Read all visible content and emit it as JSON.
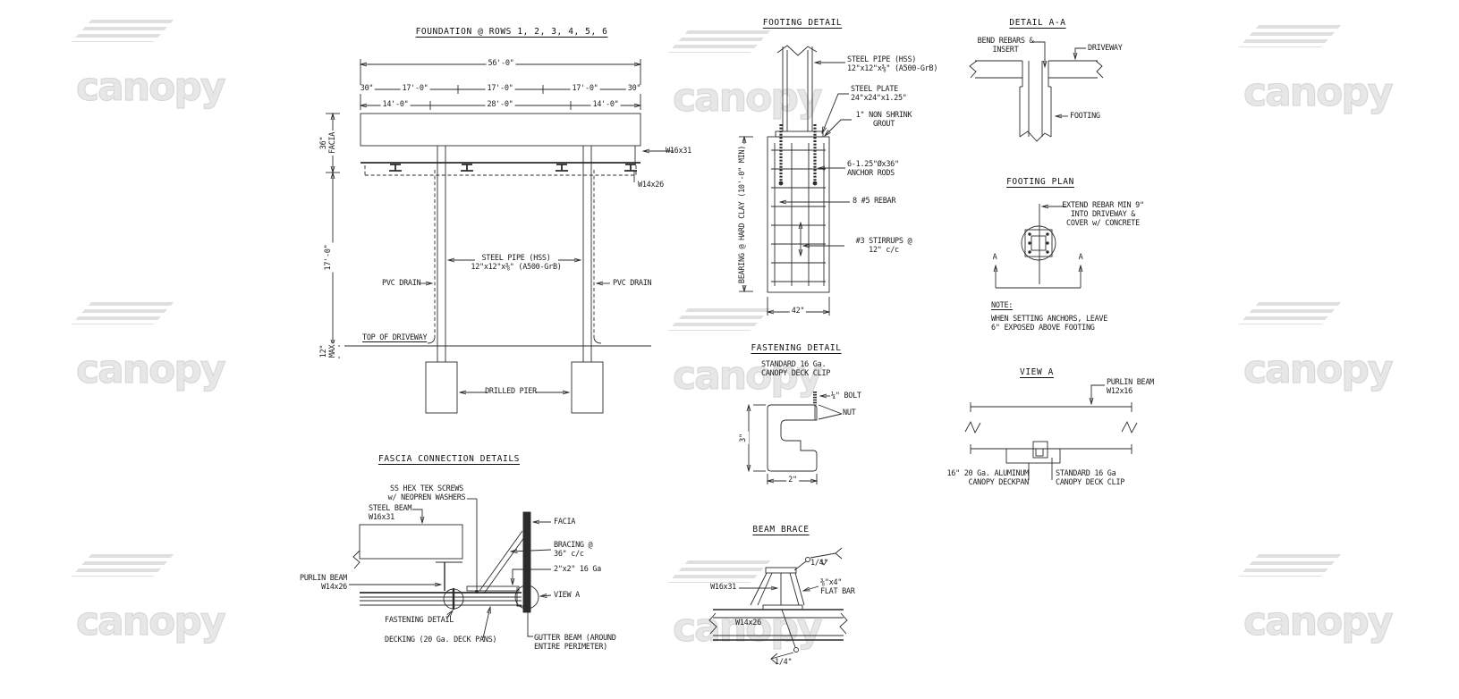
{
  "watermark": {
    "text": "canopy"
  },
  "foundation": {
    "title": "FOUNDATION @ ROWS 1, 2, 3, 4, 5, 6",
    "dim_total": "56'-0\"",
    "dim_30_left": "30\"",
    "dim_17_1": "17'-0\"",
    "dim_17_2": "17'-0\"",
    "dim_17_3": "17'-0\"",
    "dim_30_right": "30\"",
    "dim_14_left": "14'-0\"",
    "dim_28": "28'-0\"",
    "dim_14_right": "14'-0\"",
    "dim_facia": "36\"\nFACIA",
    "dim_height": "17'-0\"",
    "dim_max": "12\"\nMAX",
    "beam_w16": "W16x31",
    "beam_w14": "W14x26",
    "steel_pipe": "STEEL PIPE (HSS)\n12\"x12\"x⅜\" (A500-GrB)",
    "pvc_drain_left": "PVC DRAIN",
    "pvc_drain_right": "PVC DRAIN",
    "top_of_driveway": "TOP OF DRIVEWAY",
    "drilled_pier": "DRILLED PIER"
  },
  "footing_detail": {
    "title": "FOOTING DETAIL",
    "steel_pipe": "STEEL PIPE (HSS)\n12\"x12\"x⅜\" (A500-GrB)",
    "steel_plate": "STEEL PLATE\n24\"x24\"x1.25\"",
    "grout": "1\" NON SHRINK\nGROUT",
    "anchor_rods": "6-1.25\"Øx36\"\nANCHOR RODS",
    "rebar": "8 #5 REBAR",
    "stirrups": "#3 STIRRUPS @\n12\" c/c",
    "bearing": "BEARING @ HARD CLAY (10'-0\" MIN)",
    "dim_width": "42\""
  },
  "detail_aa": {
    "title": "DETAIL A-A",
    "bend_rebars": "BEND REBARS &\nINSERT",
    "driveway": "DRIVEWAY",
    "footing": "FOOTING"
  },
  "footing_plan": {
    "title": "FOOTING PLAN",
    "extend_rebar": "EXTEND REBAR MIN 9\"\nINTO DRIVEWAY &\nCOVER w/ CONCRETE",
    "marker_left": "A",
    "marker_right": "A",
    "note_title": "NOTE:",
    "note_body": "WHEN SETTING ANCHORS, LEAVE\n6\" EXPOSED ABOVE FOOTING"
  },
  "fastening_detail": {
    "title": "FASTENING DETAIL",
    "clip": "STANDARD 16 Ga.\nCANOPY DECK CLIP",
    "bolt": "¼\" BOLT",
    "nut": "NUT",
    "dim_height": "3\"",
    "dim_width": "2\""
  },
  "view_a": {
    "title": "VIEW A",
    "purlin": "PURLIN BEAM\nW12x16",
    "deckpan": "16\" 20 Ga. ALUMINUM\nCANOPY DECKPAN",
    "deck_clip": "STANDARD 16 Ga\nCANOPY DECK CLIP"
  },
  "fascia_details": {
    "title": "FASCIA CONNECTION DETAILS",
    "screws": "SS HEX TEK SCREWS\nw/ NEOPREN WASHERS",
    "steel_beam": "STEEL BEAM\nW16x31",
    "facia": "FACIA",
    "bracing": "BRACING @\n36\" c/c",
    "angle": "2\"x2\" 16 Ga",
    "purlin": "PURLIN BEAM\nW14x26",
    "view_a": "VIEW A",
    "fastening": "FASTENING DETAIL",
    "decking": "DECKING (20 Ga. DECK PANS)",
    "gutter": "GUTTER BEAM (AROUND\nENTIRE PERIMETER)"
  },
  "beam_brace": {
    "title": "BEAM BRACE",
    "weld_top": "1/4\"",
    "w16": "W16x31",
    "flat_bar": "⅜\"x4\"\nFLAT BAR",
    "w14": "W14x26",
    "weld_bottom": "1/4\""
  }
}
